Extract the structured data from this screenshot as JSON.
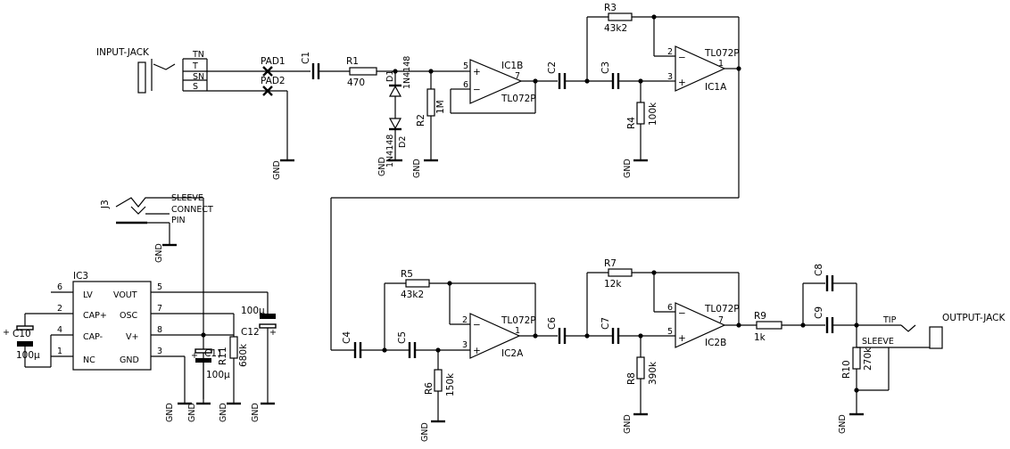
{
  "labels": {
    "input_jack": "INPUT-JACK",
    "tn": "TN",
    "t": "T",
    "sn": "SN",
    "s": "S",
    "pad1": "PAD1",
    "pad2": "PAD2",
    "c1": "C1",
    "r1": "R1",
    "r1_val": "470",
    "d1": "D1",
    "d1_val": "1N4148",
    "d2": "D2",
    "d2_val": "1N4148",
    "r2": "R2",
    "r2_val": "1M",
    "ic1b": "IC1B",
    "ic1b_part": "TL072P",
    "c2": "C2",
    "c3": "C3",
    "r3": "R3",
    "r3_val": "43k2",
    "r4": "R4",
    "r4_val": "100k",
    "ic1a": "IC1A",
    "ic1a_part": "TL072P",
    "j3": "J3",
    "sleeve": "SLEEVE",
    "connect": "CONNECT",
    "pin": "PIN",
    "ic3": "IC3",
    "lv": "LV",
    "capp": "CAP+",
    "capm": "CAP-",
    "nc": "NC",
    "vout": "VOUT",
    "osc": "OSC",
    "vplus": "V+",
    "ic3_gnd": "GND",
    "c10": "C10",
    "c10_val": "100µ",
    "c11": "C11",
    "c11_val": "100µ",
    "r11": "R11",
    "r11_val": "680k",
    "c12": "C12",
    "c12_val": "100µ",
    "c4": "C4",
    "c5": "C5",
    "r5": "R5",
    "r5_val": "43k2",
    "r6": "R6",
    "r6_val": "150k",
    "ic2a": "IC2A",
    "ic2a_part": "TL072P",
    "c6": "C6",
    "c7": "C7",
    "r7": "R7",
    "r7_val": "12k",
    "r8": "R8",
    "r8_val": "390k",
    "ic2b": "IC2B",
    "ic2b_part": "TL072P",
    "r9": "R9",
    "r9_val": "1k",
    "c8": "C8",
    "c9": "C9",
    "r10": "R10",
    "r10_val": "270k",
    "tip": "TIP",
    "sleeve_out": "SLEEVE",
    "output_jack": "OUTPUT-JACK",
    "gnd": "GND",
    "pin1": "1",
    "pin2": "2",
    "pin3": "3",
    "pin4": "4",
    "pin5": "5",
    "pin6": "6",
    "pin7": "7",
    "pin8": "8",
    "pin_plus": "+",
    "pin_minus": "−"
  }
}
